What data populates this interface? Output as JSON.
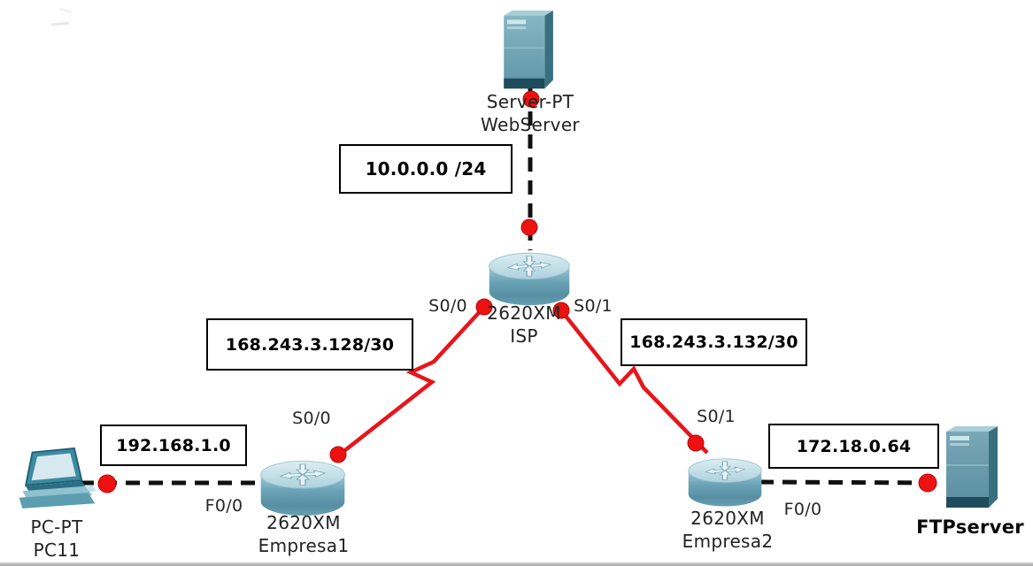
{
  "devices": {
    "webserver": {
      "model": "Server-PT",
      "name": "WebServer"
    },
    "isp": {
      "model": "2620XM",
      "name": "ISP"
    },
    "empresa1": {
      "model": "2620XM",
      "name": "Empresa1"
    },
    "empresa2": {
      "model": "2620XM",
      "name": "Empresa2"
    },
    "pc11": {
      "model": "PC-PT",
      "name": "PC11"
    },
    "ftpserver": {
      "name": "FTPserver"
    }
  },
  "network_labels": {
    "web_lan": "10.0.0.0 /24",
    "serial_left": "168.243.3.128/30",
    "serial_right": "168.243.3.132/30",
    "lan_empresa1": "192.168.1.0",
    "lan_empresa2": "172.18.0.64"
  },
  "interface_labels": {
    "isp_s00": "S0/0",
    "isp_s01": "S0/1",
    "empresa1_s00": "S0/0",
    "empresa2_s01": "S0/1",
    "empresa1_f00": "F0/0",
    "empresa2_f00": "F0/0"
  },
  "colors": {
    "serial_link": "#e8151a",
    "ethernet_link": "#101010",
    "status_dot": "#ee1111",
    "device_teal": "#6ba3b6",
    "note_bg": "#ffffff",
    "note_border": "#000000"
  },
  "icons": [
    "server-tower-icon",
    "router-cylinder-icon",
    "laptop-icon",
    "link-status-dot",
    "serial-zigzag-cable",
    "ethernet-dashed-cable"
  ]
}
